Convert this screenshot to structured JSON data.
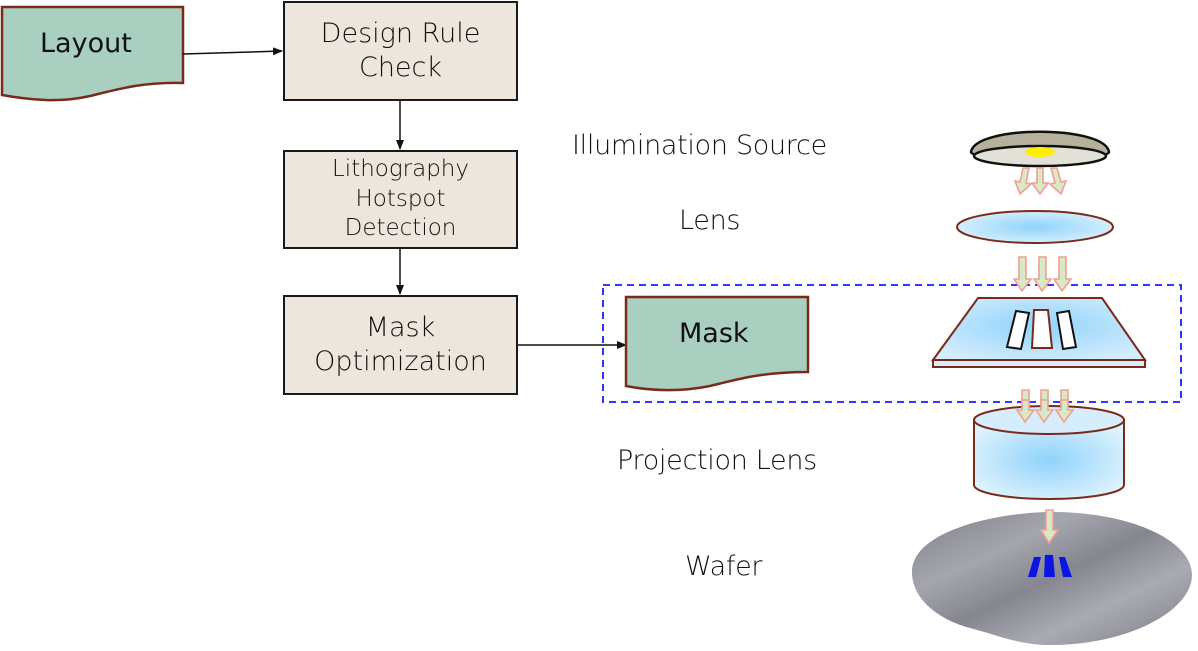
{
  "flow": {
    "layout_doc": "Layout",
    "design_rule_check": [
      "Design Rule",
      "Check"
    ],
    "hotspot_detection": [
      "Lithography",
      "Hotspot",
      "Detection"
    ],
    "mask_optimization": [
      "Mask",
      "Optimization"
    ],
    "mask_doc": "Mask"
  },
  "litho": {
    "illumination_source": "Illumination Source",
    "lens": "Lens",
    "projection_lens": "Projection Lens",
    "wafer": "Wafer"
  },
  "colors": {
    "doc_fill": "#a8cfc0",
    "doc_stroke": "#7a2a1a",
    "process_fill": "#ece6dc",
    "dashed_group": "#1a1aff",
    "lens_blue": "#a8dcf8",
    "arrow_fill": "#d8e8c8",
    "arrow_stroke": "#f0a090",
    "pattern_blue": "#0a14e6",
    "wafer_gray": "#8e8f98"
  }
}
